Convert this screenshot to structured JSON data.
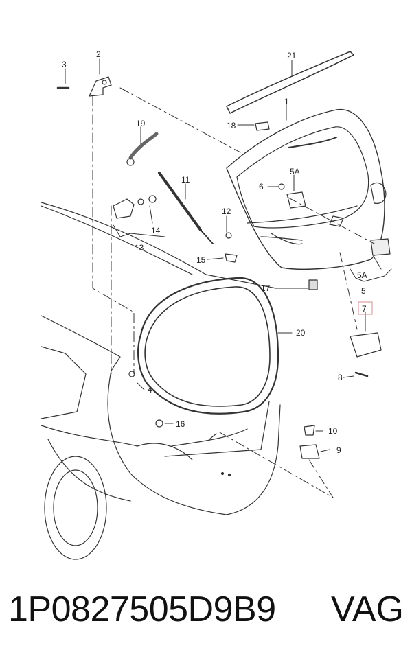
{
  "diagram": {
    "callouts": {
      "c1": "1",
      "c2": "2",
      "c3": "3",
      "c4": "4",
      "c5": "5",
      "c5a_top": "5A",
      "c5a_bottom": "5A",
      "c6": "6",
      "c7": "7",
      "c8": "8",
      "c9": "9",
      "c10": "10",
      "c11": "11",
      "c12": "12",
      "c13": "13",
      "c14": "14",
      "c15": "15",
      "c16": "16",
      "c17": "17",
      "c18": "18",
      "c19": "19",
      "c20": "20",
      "c21": "21"
    },
    "highlight_color": "#e0a0a0"
  },
  "footer": {
    "part_number": "1P0827505D9B9",
    "brand": "VAG"
  }
}
